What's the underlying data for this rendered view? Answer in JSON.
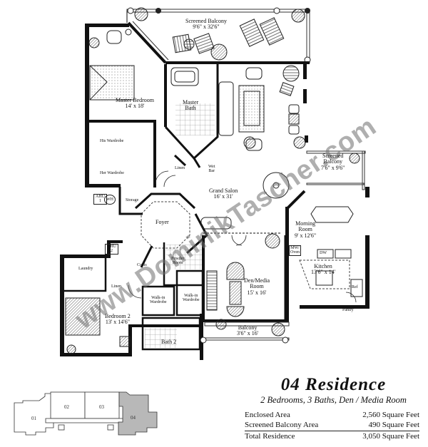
{
  "residence": {
    "title": "04 Residence",
    "subtitle": "2 Bedrooms, 3 Baths, Den / Media Room"
  },
  "areas": [
    {
      "label": "Enclosed Area",
      "value": "2,560 Square Feet"
    },
    {
      "label": "Screened Balcony Area",
      "value": "490 Square Feet"
    },
    {
      "label": "Total Residence",
      "value": "3,050 Square Feet"
    }
  ],
  "rooms": {
    "screened_balcony_main": {
      "name": "Screened Balcony",
      "dims": "9'6\" x 32'6\""
    },
    "master_bedroom": {
      "name": "Master Bedroom",
      "dims": "14' x 18'"
    },
    "master_bath": {
      "name": "Master",
      "name2": "Bath"
    },
    "his_wardrobe": {
      "name": "His Wardrobe"
    },
    "her_wardrobe": {
      "name": "Her Wardrobe"
    },
    "linen_1": {
      "name": "Linen"
    },
    "wet_bar": {
      "name": "Wet",
      "name2": "Bar"
    },
    "grand_salon": {
      "name": "Grand Salon",
      "dims": "16' x 31'"
    },
    "screened_balcony_small": {
      "name": "Screened",
      "name2": "Balcony",
      "dims": "7'6\" x 9'6\""
    },
    "ahu_1": {
      "name": "AHU",
      "name2": "1"
    },
    "wh": {
      "name": "WH"
    },
    "storage": {
      "name": "Storage"
    },
    "foyer": {
      "name": "Foyer"
    },
    "morning_room": {
      "name": "Morning",
      "name2": "Room",
      "dims": "9' x 12'6\""
    },
    "mw_oven": {
      "name": "MW/",
      "name2": "Oven"
    },
    "dw": {
      "name": "DW"
    },
    "kitchen": {
      "name": "Kitchen",
      "dims": "13'6\" x 14'"
    },
    "ref": {
      "name": "Ref"
    },
    "pantry": {
      "name": "Pantry"
    },
    "ahu_2": {
      "name": "AHU",
      "name2": "2"
    },
    "laundry": {
      "name": "Laundry"
    },
    "coats": {
      "name": "Coats"
    },
    "powder_room": {
      "name": "Powder",
      "name2": "Room"
    },
    "linen_2": {
      "name": "Linen"
    },
    "walkin_1": {
      "name": "Walk-in",
      "name2": "Wardrobe"
    },
    "walkin_2": {
      "name": "Walk-in",
      "name2": "Wardrobe"
    },
    "den": {
      "name": "Den/Media",
      "name2": "Room",
      "dims": "15' x 16'"
    },
    "bedroom_2": {
      "name": "Bedroom 2",
      "dims": "13' x 14'6\""
    },
    "bath_2": {
      "name": "Bath 2"
    },
    "balcony": {
      "name": "Balcony",
      "dims": "3'6\" x 16'"
    }
  },
  "key_plan": {
    "units": [
      "01",
      "02",
      "03",
      "04"
    ],
    "highlighted": "04"
  },
  "watermark": "www.DominikTascher.com",
  "colors": {
    "wall": "#111111",
    "line": "#222222",
    "highlight_fill": "#b8b8b8",
    "watermark": "#6e6e6e"
  }
}
